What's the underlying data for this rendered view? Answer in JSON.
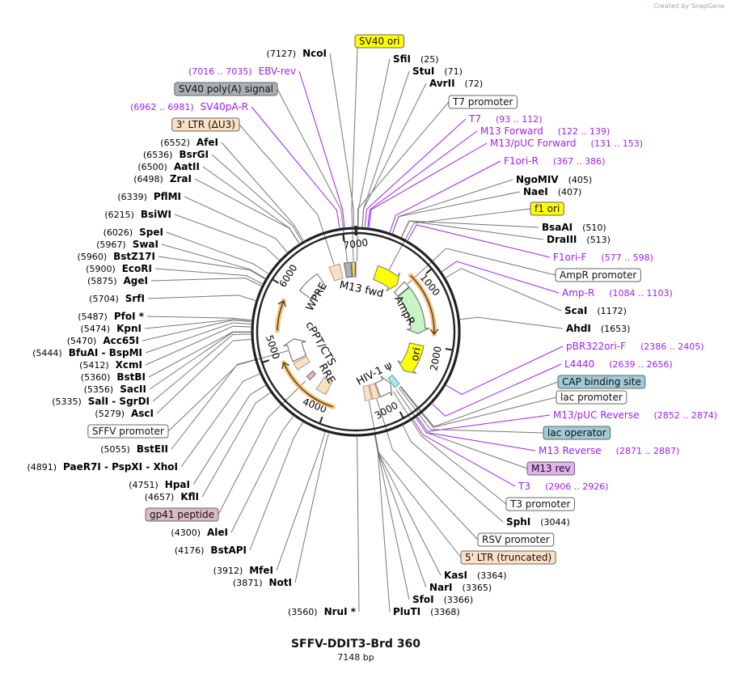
{
  "credit": "Created by SnapGene",
  "title": "SFFV-DDIT3-Brd 360",
  "length": "7148 bp",
  "colors": {
    "enzyme": "#000000",
    "primer": "#a020f0",
    "yellow": "#ffff00",
    "white": "#ffffff",
    "peach": "#fde0c4",
    "gray": "#aab0b5",
    "blue": "#9fcad6",
    "lilac": "#e2b2ef",
    "mauve": "#dbb9c8",
    "orf": "#f5c27a",
    "green": "#c8f5c8"
  },
  "ticks": [
    "1000",
    "2000",
    "3000",
    "4000",
    "5000",
    "6000",
    "7000"
  ],
  "inner_labels": [
    "M13 fwd",
    "WPRE",
    "AmpR",
    "ori",
    "HIV-1 ψ",
    "RRE",
    "cPPT/CTS"
  ],
  "labels": [
    {
      "type": "feature",
      "name": "SV40 ori",
      "color": "yellow"
    },
    {
      "type": "enzyme",
      "name": "SfiI",
      "site": "(25)"
    },
    {
      "type": "enzyme",
      "name": "StuI",
      "site": "(71)"
    },
    {
      "type": "enzyme",
      "name": "AvrII",
      "site": "(72)"
    },
    {
      "type": "feature",
      "name": "T7 promoter",
      "color": "white"
    },
    {
      "type": "primer",
      "name": "T7",
      "site": "(93 .. 112)"
    },
    {
      "type": "primer",
      "name": "M13 Forward",
      "site": "(122 .. 139)"
    },
    {
      "type": "primer",
      "name": "M13/pUC Forward",
      "site": "(131 .. 153)"
    },
    {
      "type": "primer",
      "name": "F1ori-R",
      "site": "(367 .. 386)"
    },
    {
      "type": "enzyme",
      "name": "NgoMIV",
      "site": "(405)"
    },
    {
      "type": "enzyme",
      "name": "NaeI",
      "site": "(407)"
    },
    {
      "type": "feature",
      "name": "f1 ori",
      "color": "yellow"
    },
    {
      "type": "enzyme",
      "name": "BsaAI",
      "site": "(510)"
    },
    {
      "type": "enzyme",
      "name": "DraIII",
      "site": "(513)"
    },
    {
      "type": "primer",
      "name": "F1ori-F",
      "site": "(577 .. 598)"
    },
    {
      "type": "feature",
      "name": "AmpR promoter",
      "color": "white"
    },
    {
      "type": "primer",
      "name": "Amp-R",
      "site": "(1084 .. 1103)"
    },
    {
      "type": "enzyme",
      "name": "ScaI",
      "site": "(1172)"
    },
    {
      "type": "enzyme",
      "name": "AhdI",
      "site": "(1653)"
    },
    {
      "type": "primer",
      "name": "pBR322ori-F",
      "site": "(2386 .. 2405)"
    },
    {
      "type": "primer",
      "name": "L4440",
      "site": "(2639 .. 2656)"
    },
    {
      "type": "feature",
      "name": "CAP binding site",
      "color": "blue"
    },
    {
      "type": "feature",
      "name": "lac promoter",
      "color": "white"
    },
    {
      "type": "primer",
      "name": "M13/pUC Reverse",
      "site": "(2852 .. 2874)"
    },
    {
      "type": "feature",
      "name": "lac operator",
      "color": "blue"
    },
    {
      "type": "primer",
      "name": "M13 Reverse",
      "site": "(2871 .. 2887)"
    },
    {
      "type": "feature",
      "name": "M13 rev",
      "color": "lilac"
    },
    {
      "type": "primer",
      "name": "T3",
      "site": "(2906 .. 2926)"
    },
    {
      "type": "feature",
      "name": "T3 promoter",
      "color": "white"
    },
    {
      "type": "enzyme",
      "name": "SphI",
      "site": "(3044)"
    },
    {
      "type": "feature",
      "name": "RSV promoter",
      "color": "white"
    },
    {
      "type": "feature",
      "name": "5' LTR (truncated)",
      "color": "peach"
    },
    {
      "type": "enzyme",
      "name": "KasI",
      "site": "(3364)"
    },
    {
      "type": "enzyme",
      "name": "NarI",
      "site": "(3365)"
    },
    {
      "type": "enzyme",
      "name": "SfoI",
      "site": "(3366)"
    },
    {
      "type": "enzyme",
      "name": "PluTI",
      "site": "(3368)"
    },
    {
      "type": "enzyme",
      "name": "NruI *",
      "site": "(3560)"
    },
    {
      "type": "enzyme",
      "name": "NotI",
      "site": "(3871)"
    },
    {
      "type": "enzyme",
      "name": "MfeI",
      "site": "(3912)"
    },
    {
      "type": "enzyme",
      "name": "BstAPI",
      "site": "(4176)"
    },
    {
      "type": "enzyme",
      "name": "AleI",
      "site": "(4300)"
    },
    {
      "type": "feature",
      "name": "gp41 peptide",
      "color": "mauve"
    },
    {
      "type": "enzyme",
      "name": "KflI",
      "site": "(4657)"
    },
    {
      "type": "enzyme",
      "name": "HpaI",
      "site": "(4751)"
    },
    {
      "type": "enzyme",
      "name": "PaeR7I  - PspXI  - XhoI",
      "site": "(4891)"
    },
    {
      "type": "enzyme",
      "name": "BstEII",
      "site": "(5055)"
    },
    {
      "type": "feature",
      "name": "SFFV promoter",
      "color": "white"
    },
    {
      "type": "enzyme",
      "name": "AscI",
      "site": "(5279)"
    },
    {
      "type": "enzyme",
      "name": "SalI  - SgrDI",
      "site": "(5335)"
    },
    {
      "type": "enzyme",
      "name": "SacII",
      "site": "(5356)"
    },
    {
      "type": "enzyme",
      "name": "BstBI",
      "site": "(5360)"
    },
    {
      "type": "enzyme",
      "name": "XcmI",
      "site": "(5412)"
    },
    {
      "type": "enzyme",
      "name": "BfuAI  - BspMI",
      "site": "(5444)"
    },
    {
      "type": "enzyme",
      "name": "Acc65I",
      "site": "(5470)"
    },
    {
      "type": "enzyme",
      "name": "KpnI",
      "site": "(5474)"
    },
    {
      "type": "enzyme",
      "name": "PfoI *",
      "site": "(5487)"
    },
    {
      "type": "enzyme",
      "name": "SrfI",
      "site": "(5704)"
    },
    {
      "type": "enzyme",
      "name": "AgeI",
      "site": "(5875)"
    },
    {
      "type": "enzyme",
      "name": "EcoRI",
      "site": "(5900)"
    },
    {
      "type": "enzyme",
      "name": "BstZ17I",
      "site": "(5960)"
    },
    {
      "type": "enzyme",
      "name": "SwaI",
      "site": "(5967)"
    },
    {
      "type": "enzyme",
      "name": "SpeI",
      "site": "(6026)"
    },
    {
      "type": "enzyme",
      "name": "BsiWI",
      "site": "(6215)"
    },
    {
      "type": "enzyme",
      "name": "PflMI",
      "site": "(6339)"
    },
    {
      "type": "enzyme",
      "name": "ZraI",
      "site": "(6498)"
    },
    {
      "type": "enzyme",
      "name": "AatII",
      "site": "(6500)"
    },
    {
      "type": "enzyme",
      "name": "BsrGI",
      "site": "(6536)"
    },
    {
      "type": "enzyme",
      "name": "AfeI",
      "site": "(6552)"
    },
    {
      "type": "feature",
      "name": "3' LTR (ΔU3)",
      "color": "peach"
    },
    {
      "type": "primer",
      "name": "SV40pA-R",
      "site": "(6962 .. 6981)"
    },
    {
      "type": "feature",
      "name": "SV40 poly(A) signal",
      "color": "gray"
    },
    {
      "type": "primer",
      "name": "EBV-rev",
      "site": "(7016 .. 7035)"
    },
    {
      "type": "enzyme",
      "name": "NcoI",
      "site": "(7127)"
    }
  ]
}
